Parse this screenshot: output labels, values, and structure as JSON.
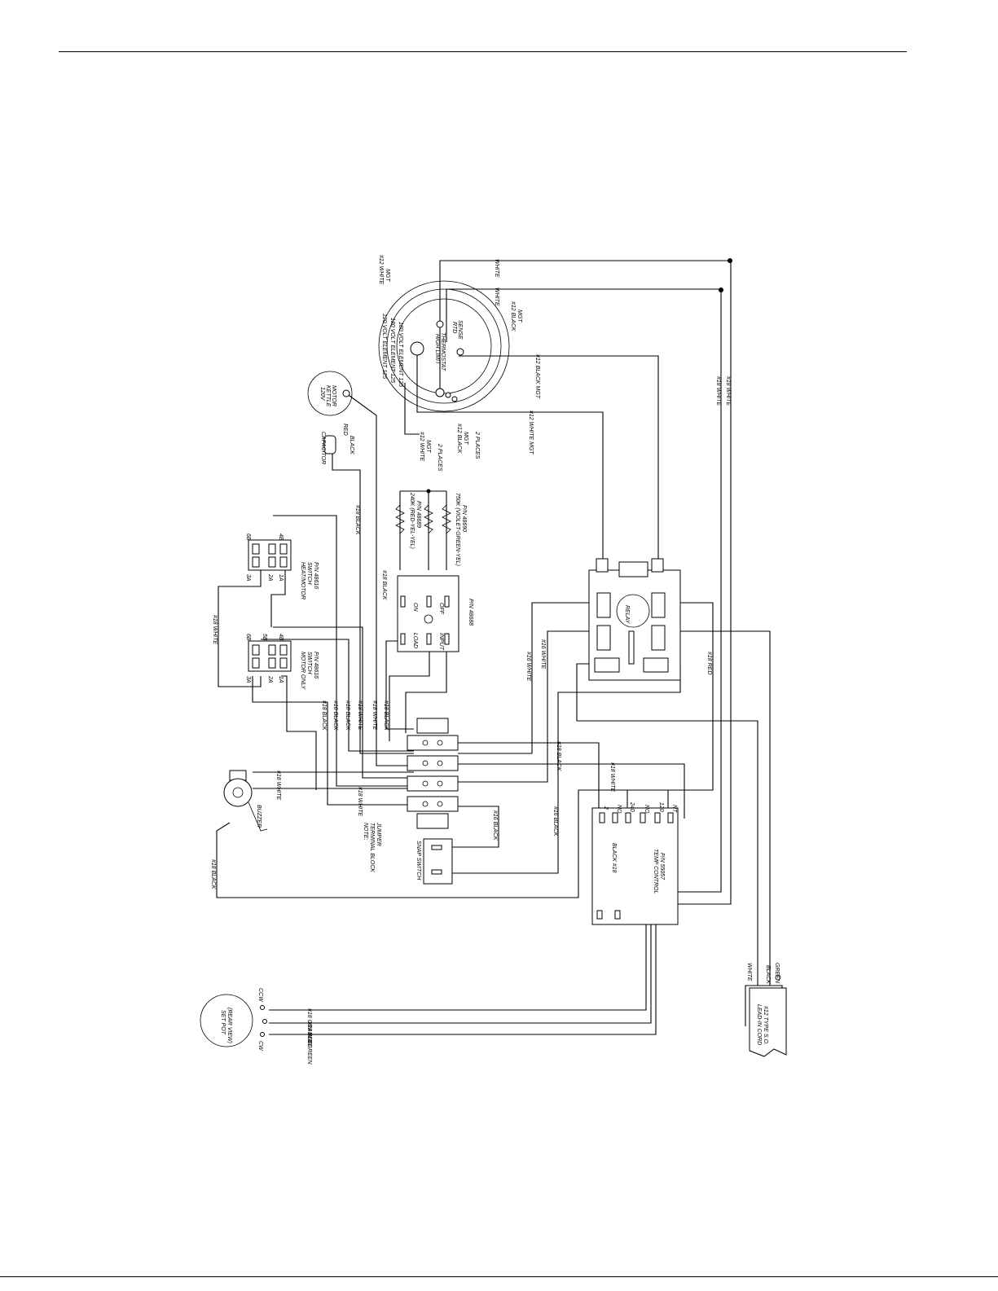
{
  "labels": {
    "heat_motor_switch": [
      "HEAT/MOTOR",
      "SWITCH",
      "P/N 48616"
    ],
    "heat_motor_switch_pins": [
      "6B",
      "4B",
      "3A",
      "2A",
      "1A"
    ],
    "motor_only_switch": [
      "MOTOR ONLY",
      "SWITCH",
      "P/N 48616"
    ],
    "motor_only_switch_pins": [
      "6B",
      "5B",
      "4B",
      "3A",
      "2A",
      "1A"
    ],
    "input_switch": {
      "pn": "P/N 48688",
      "input": "INPUT",
      "load": "LOAD",
      "on": "ON",
      "off": "OFF"
    },
    "resistor_240k": [
      "240K (RED-YEL-YEL)",
      "P/N 48689"
    ],
    "resistor_750k": [
      "750K (VIOLET-GREEN-YEL)",
      "P/N 48690"
    ],
    "kettle_motor": [
      "120V",
      "KETTLE",
      "MOTOR"
    ],
    "capacitor": "CAPACITOR",
    "motor_leads": [
      "RED",
      "BLACK"
    ],
    "element": [
      "120 VOLT ELEMENT  125",
      "180 VOLT ELEMENT  125",
      "180 VOLT ELEMENT  125"
    ],
    "high_limit": [
      "HIGH LIMIT",
      "THERMOSTAT"
    ],
    "rtd_sensor": [
      "RTD",
      "SENSE"
    ],
    "element_wire_top": [
      "#12 WHITE",
      "MGT"
    ],
    "element_wire_right": [
      "#12 BLACK",
      "MGT"
    ],
    "element_wire_white_places": [
      "#12 WHITE",
      "MGT",
      "2 PLACES"
    ],
    "element_wire_black_places": [
      "#12 BLACK",
      "MGT",
      "2 PLACES"
    ],
    "relay": "RELAY",
    "buzzer": "BUZZER",
    "terminal_block_note": [
      "NOTE:",
      "TERMINAL BLOCK",
      "JUMPER"
    ],
    "snap_switch": "SNAP SWITCH",
    "temp_control": [
      "TEMP CONTROL",
      "P/N 55057"
    ],
    "temp_control_terminals": [
      "2",
      "NO",
      "240",
      "NO",
      "120",
      "NT"
    ],
    "set_pot": [
      "SET POT",
      "(REAR VIEW)"
    ],
    "set_pot_terms": [
      "CCW",
      "CW"
    ],
    "lead_in_cord": [
      "LEAD-IN CORD",
      "#12 TYPE S.O."
    ],
    "cord_wires": [
      "WHITE",
      "BLACK",
      "GREEN"
    ],
    "wires": {
      "white_top": "WHITE",
      "white_second": "WHITE",
      "black_mgt_upper": "#12 BLACK MGT",
      "white_mgt": "#12 WHITE MGT",
      "white18_right_a": "#18 WHITE",
      "white18_right_b": "#18 WHITE",
      "black18_cap": "#18 BLACK",
      "black18_input": "#18 BLACK",
      "white18_left": "#18 WHITE",
      "white16_a": "#16 WHITE",
      "white16_b": "#16 WHITE",
      "red18": "#18 RED",
      "black18_v1": "#18 BLACK",
      "black18_v2": "#18 BLACK",
      "black18_v3": "#18 BLACK",
      "white18_v4": "#18 WHITE",
      "white18_v5": "#18 WHITE",
      "black18_v6": "#18 BLACK",
      "black18_tb_top": "#18 BLACK",
      "white18_tb_mid": "#18 WHITE",
      "white18_buzzer": "#18 WHITE",
      "white18_buzzer2": "#18 WHITE",
      "black16_snap": "#16 BLACK",
      "black16_tc": "#16 BLACK",
      "black18_tc": "BLACK #18",
      "black18_bottom": "#18 BLACK",
      "orange18": "#18 ORANGE",
      "blue18": "#18 BLUE",
      "green18": "#18 GREEN"
    }
  }
}
